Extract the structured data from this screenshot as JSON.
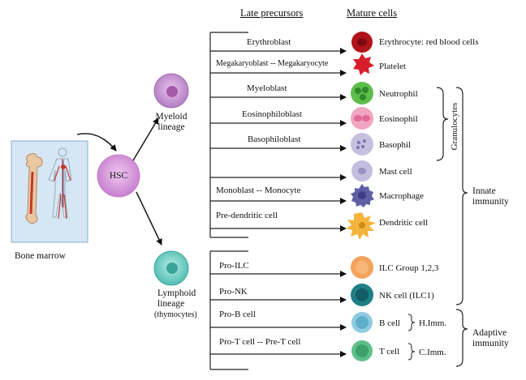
{
  "headers": {
    "late": "Late precursors",
    "mature": "Mature cells"
  },
  "source": {
    "bone_marrow": "Bone marrow",
    "hsc": "HSC",
    "myeloid_line1": "Myeloid",
    "myeloid_line2": "lineage",
    "lymphoid_line1": "Lymphoid",
    "lymphoid_line2": "lineage",
    "lymphoid_line3": "(thymocytes)"
  },
  "precursors": [
    "Erythroblast",
    "Megakaryoblast -- Megakaryocyte",
    "Myeloblast",
    "Eosinophiloblast",
    "Basophiloblast",
    "Monoblast -- Monocyte",
    "Pre-dendritic cell",
    "Pro-ILC",
    "Pro-NK",
    "Pro-B cell",
    "Pro-T cell -- Pre-T cell"
  ],
  "mature": [
    "Erythrocyte: red blood cells",
    "Platelet",
    "Neutrophil",
    "Eosinophil",
    "Basophil",
    "Mast cell",
    "Macrophage",
    "Dendritic cell",
    "ILC Group 1,2,3",
    "NK cell (ILC1)",
    "B cell",
    "T cell"
  ],
  "groups": {
    "granulocytes": "Granulocytes",
    "innate1": "Innate",
    "innate2": "immunity",
    "adaptive1": "Adaptive",
    "adaptive2": "immunity",
    "himm": "H.Imm.",
    "cimm": "C.Imm."
  },
  "colors": {
    "erythrocyte": "#b0141a",
    "platelet": "#d81e2a",
    "neutrophil": "#5fbd4c",
    "eosinophil": "#f0a5c0",
    "basophil": "#c6c0de",
    "mast": "#c3bde0",
    "macrophage": "#5f5fa6",
    "dendritic": "#f3b43b",
    "ilc": "#f4a35c",
    "nk": "#1e7e86",
    "bcell": "#8fcbe0",
    "tcell": "#5fbf8a",
    "myeloid": "#c792cf",
    "lymphoid": "#7fd3c8",
    "hsc": "#d59ad9",
    "marrow_panel": "#d6e6f5"
  }
}
